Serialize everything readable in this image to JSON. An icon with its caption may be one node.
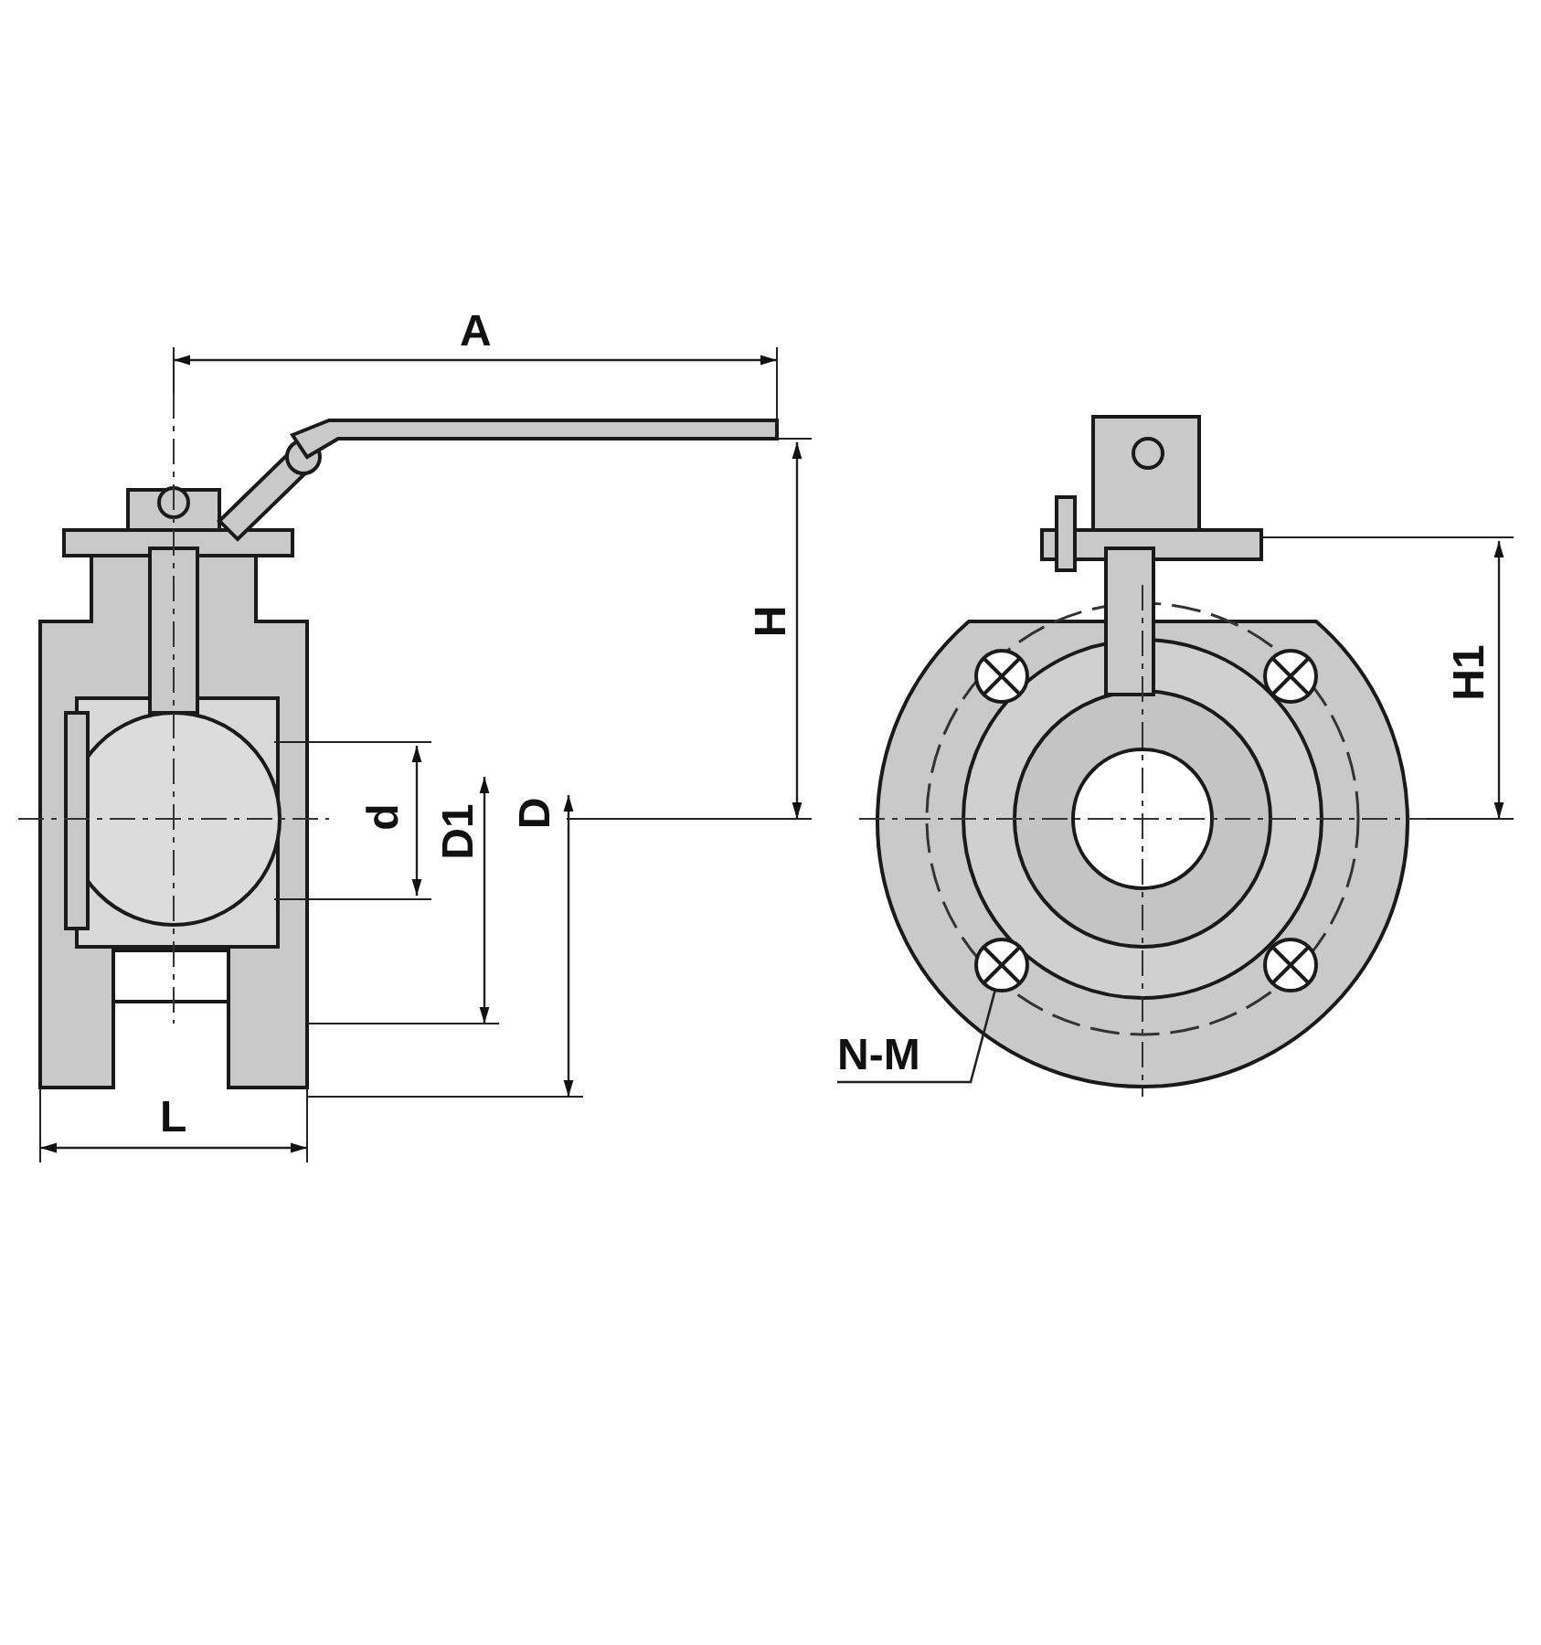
{
  "diagram": {
    "nodes": [
      {
        "text": [
          "N-M"
        ]
      },
      {
        "text": [],
        "shape": "circle"
      }
    ],
    "edges": [
      {
        "from": 0,
        "to": 1,
        "arrow": "none"
      }
    ],
    "labels": [
      "A",
      "H",
      "H1",
      "d",
      "D1",
      "D",
      "L"
    ]
  }
}
